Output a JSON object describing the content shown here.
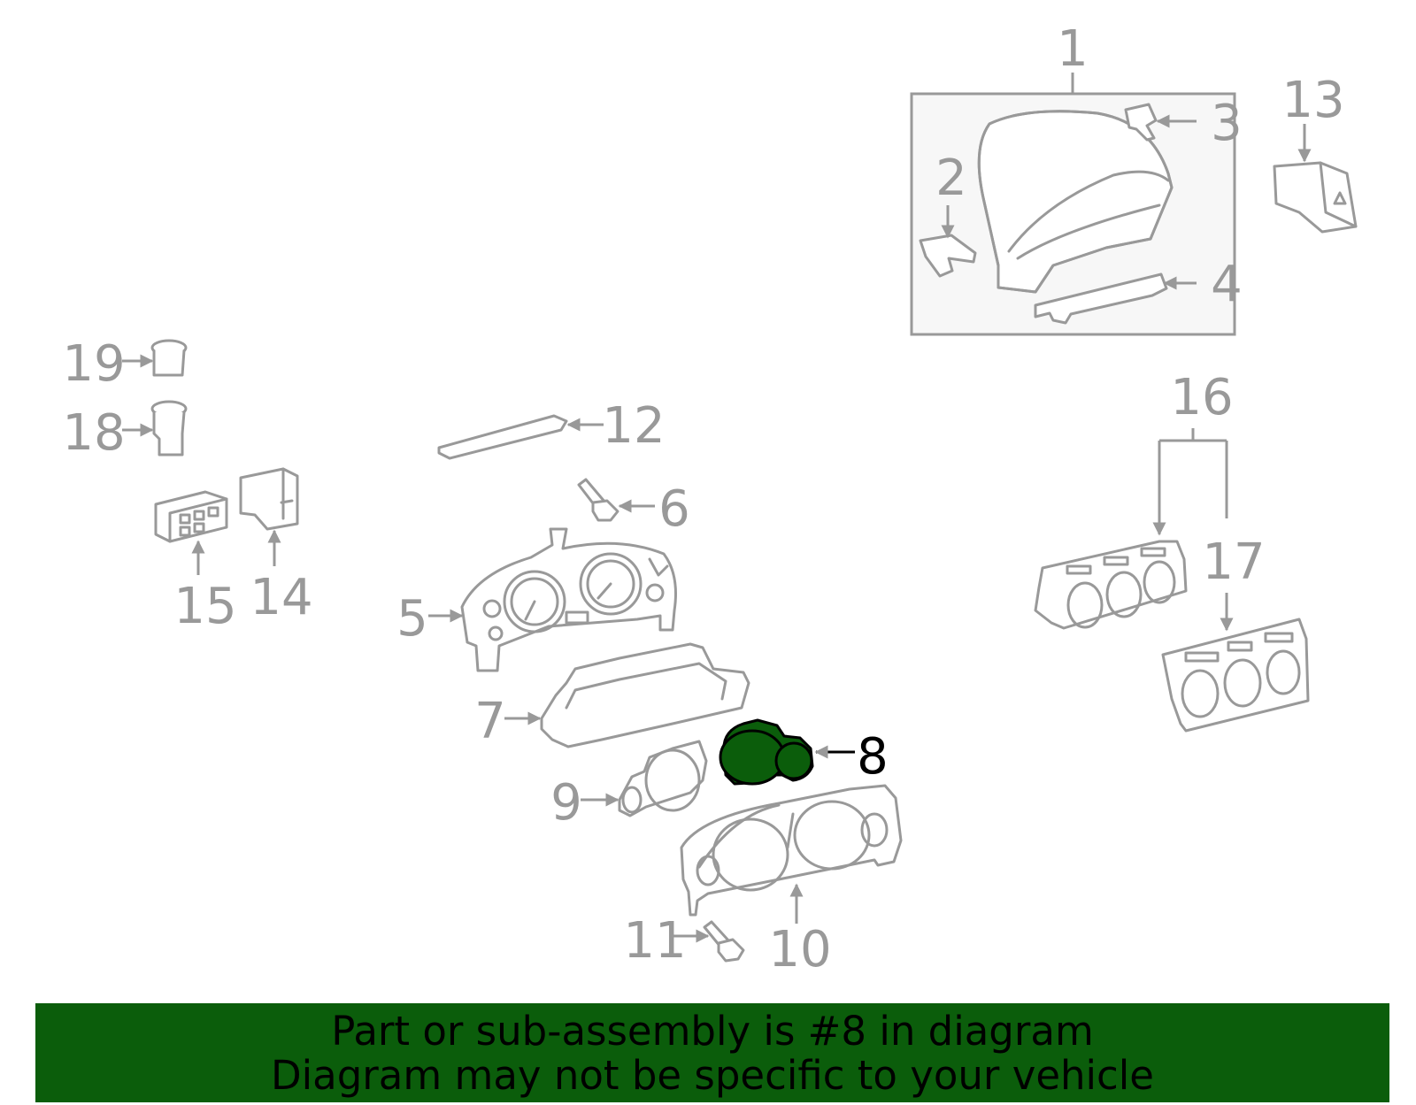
{
  "callouts": {
    "c1": "1",
    "c2": "2",
    "c3": "3",
    "c4": "4",
    "c5": "5",
    "c6": "6",
    "c7": "7",
    "c8": "8",
    "c9": "9",
    "c10": "10",
    "c11": "11",
    "c12": "12",
    "c13": "13",
    "c14": "14",
    "c15": "15",
    "c16": "16",
    "c17": "17",
    "c18": "18",
    "c19": "19"
  },
  "highlighted_part": "8",
  "colors": {
    "line": "#999999",
    "highlight_fill": "#0b5d0b",
    "banner_background": "#0b5d0b",
    "banner_text": "#000000"
  },
  "banner": {
    "line1": "Part or sub-assembly is #8 in diagram",
    "line2": "Diagram may not be specific to your vehicle"
  }
}
